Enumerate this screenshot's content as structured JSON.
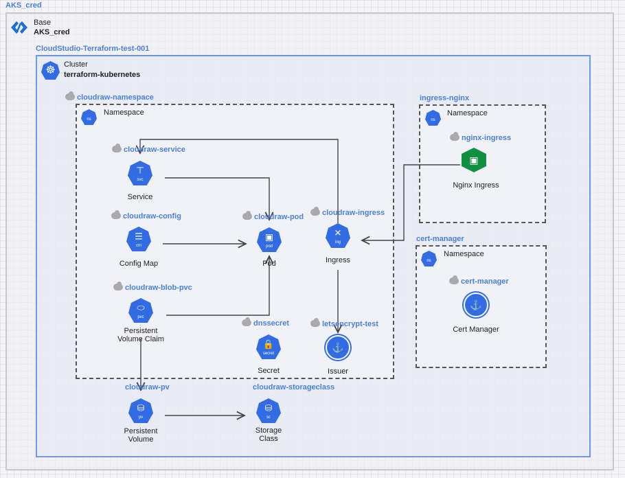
{
  "credential": {
    "label": "AKS_cred",
    "type": "Base",
    "name": "AKS_cred",
    "icon": "azure-icon"
  },
  "subscription": {
    "label": "CloudStudio-Terraform-test-001"
  },
  "cluster": {
    "type": "Cluster",
    "name": "terraform-kubernetes",
    "icon": "kubernetes-helm-icon"
  },
  "namespaces": [
    {
      "label": "cloudraw-namespace",
      "type": "Namespace",
      "icon_text": "ns"
    },
    {
      "label": "ingress-nginx",
      "type": "Namespace",
      "icon_text": "ns"
    },
    {
      "label": "cert-manager",
      "type": "Namespace",
      "icon_text": "ns"
    }
  ],
  "nodes": [
    {
      "id": "service",
      "name": "cloudraw-service",
      "type": "Service",
      "abbr": "svc",
      "cloud": true
    },
    {
      "id": "config",
      "name": "cloudraw-config",
      "type": "Config Map",
      "abbr": "cm",
      "cloud": true
    },
    {
      "id": "pvc",
      "name": "cloudraw-blob-pvc",
      "type": "Persistent Volume Claim",
      "abbr": "pvc",
      "cloud": true
    },
    {
      "id": "pod",
      "name": "cloudraw-pod",
      "type": "Pod",
      "abbr": "pod",
      "cloud": true
    },
    {
      "id": "ingress",
      "name": "cloudraw-ingress",
      "type": "Ingress",
      "abbr": "ing",
      "cloud": true
    },
    {
      "id": "secret",
      "name": "dnssecret",
      "type": "Secret",
      "abbr": "secret",
      "cloud": true
    },
    {
      "id": "issuer",
      "name": "letsencrypt-test",
      "type": "Issuer",
      "abbr": "",
      "cloud": true
    },
    {
      "id": "pv",
      "name": "cloudraw-pv",
      "type": "Persistent Volume",
      "abbr": "pv",
      "cloud": false
    },
    {
      "id": "sc",
      "name": "cloudraw-storageclass",
      "type": "Storage Class",
      "abbr": "sc",
      "cloud": false
    },
    {
      "id": "nginx",
      "name": "nginx-ingress",
      "type": "Nginx Ingress",
      "abbr": "",
      "cloud": true
    },
    {
      "id": "certmgr",
      "name": "cert-manager",
      "type": "Cert Manager",
      "abbr": "",
      "cloud": true
    }
  ],
  "edges": [
    {
      "from": "service",
      "to": "pod"
    },
    {
      "from": "config",
      "to": "pod"
    },
    {
      "from": "pvc",
      "to": "pod"
    },
    {
      "from": "ingress",
      "to": "service"
    },
    {
      "from": "ingress",
      "to": "issuer"
    },
    {
      "from": "nginx",
      "to": "ingress"
    },
    {
      "from": "pvc",
      "to": "pv"
    },
    {
      "from": "pv",
      "to": "sc"
    }
  ],
  "colors": {
    "k8s_blue": "#326ce5",
    "label_blue": "#4a7fe0",
    "nginx_green": "#109040",
    "cluster_border": "#6b9ae8"
  }
}
